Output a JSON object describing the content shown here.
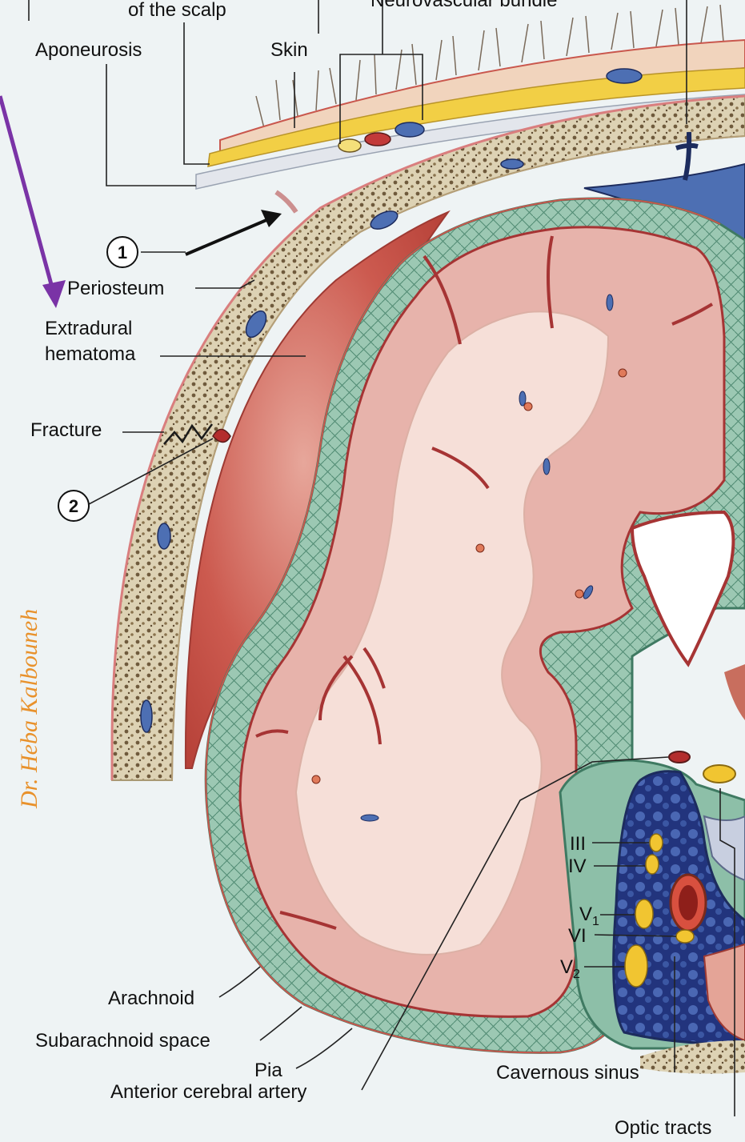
{
  "labels": {
    "scalp_fragment": "of the scalp",
    "neurovascular": "Neurovascular bundle",
    "aponeurosis": "Aponeurosis",
    "skin": "Skin",
    "periosteum": "Periosteum",
    "extradural_1": "Extradural",
    "extradural_2": "hematoma",
    "fracture": "Fracture",
    "arachnoid": "Arachnoid",
    "subarachnoid": "Subarachnoid space",
    "pia": "Pia",
    "anterior_cerebral": "Anterior cerebral artery",
    "cavernous_sinus": "Cavernous sinus",
    "optic_tracts": "Optic tracts",
    "cn_III": "III",
    "cn_IV": "IV",
    "cn_V1": "V",
    "cn_V1_sub": "1",
    "cn_VI": "VI",
    "cn_V2": "V",
    "cn_V2_sub": "2"
  },
  "markers": {
    "one": "1",
    "two": "2"
  },
  "watermark": "Dr. Heba Kalbouneh",
  "colors": {
    "background": "#eef3f4",
    "scalp_fat": "#f2cf45",
    "skin": "#f1d4bd",
    "bone": "#ddd2b4",
    "periosteum": "#d97e7e",
    "hematoma": "#c9544b",
    "meninges_green": "#8dbfa8",
    "brain_gray": "#e7b3ab",
    "brain_white": "#f6dfd8",
    "sinus_blue": "#4d6fb3",
    "cavernous_dark": "#2c3f8a",
    "nerve_yellow": "#f1c531",
    "arrow_purple": "#7a33a6",
    "watermark_orange": "#e8912b"
  }
}
